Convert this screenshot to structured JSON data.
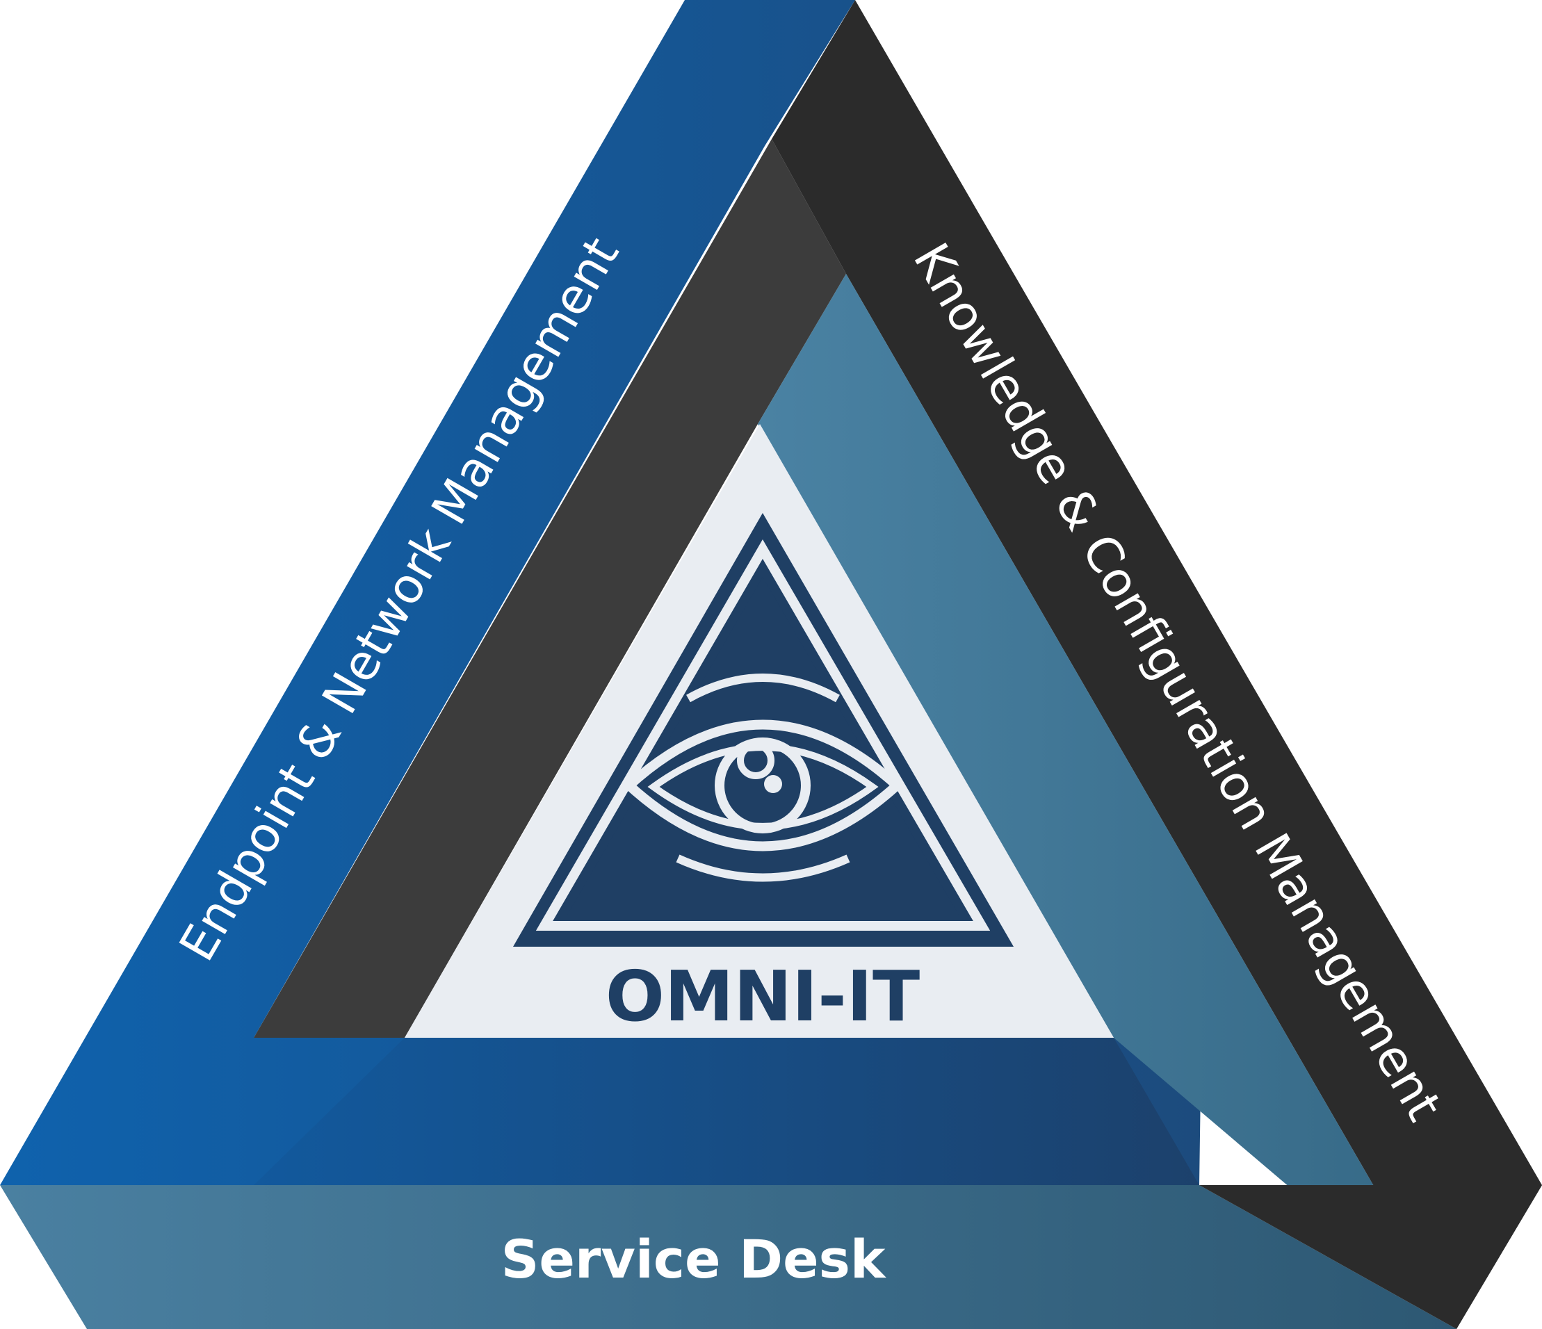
{
  "labels": {
    "left_band": "Endpoint & Network Management",
    "right_band": "Knowledge & Configuration Management",
    "bottom_band": "Service Desk",
    "center": "OMNI-IT"
  },
  "colors": {
    "left_band": "#125ea5",
    "left_band_dark": "#1a4474",
    "right_band": "#2b2b2b",
    "right_band_inner": "#3a3a3a",
    "bottom_band": "#427797",
    "bottom_band_dark": "#2f5c77",
    "teal_panel": "#3f7492",
    "inner_triangle": "#e9edf2",
    "emblem": "#1f3f64",
    "label_text": "#ffffff"
  },
  "icons": {
    "emblem": "all-seeing-eye-icon"
  }
}
